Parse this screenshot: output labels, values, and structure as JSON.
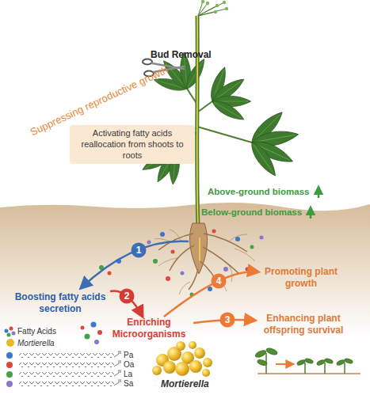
{
  "diagram": {
    "nodes": [
      {
        "text": [
          "Activating fatty acids reallocation from shoots to roots"
        ]
      },
      {
        "text": [
          "1"
        ]
      },
      {
        "text": [
          "Boosting fatty acids secretion"
        ]
      },
      {
        "text": [
          "2"
        ]
      },
      {
        "text": [
          "Enriching Microorganisms"
        ]
      },
      {
        "text": [
          "4"
        ]
      },
      {
        "text": [
          "Promoting plant growth"
        ]
      },
      {
        "text": [
          "3"
        ]
      },
      {
        "text": [
          "Enhancing plant offspring survival"
        ]
      }
    ],
    "edges": [
      {
        "from": 2,
        "to": 4,
        "arrow": "to"
      },
      {
        "from": 4,
        "to": 6,
        "arrow": "to"
      },
      {
        "from": 4,
        "to": 8,
        "arrow": "to"
      }
    ],
    "labels": [
      "Bud Removal",
      "Suppressing reproductive growth",
      "Above-ground biomass",
      "Below-ground biomass",
      "Mortierella"
    ],
    "legend": [
      {
        "text": "Fatty Acids"
      },
      {
        "text": "Mortierella",
        "color": "#e9b82a"
      },
      {
        "text": "Pa",
        "color": "#3a78c9"
      },
      {
        "text": "Oa",
        "color": "#e0473c"
      },
      {
        "text": "La",
        "color": "#41a447"
      },
      {
        "text": "Sa",
        "color": "#8a78c4"
      }
    ]
  }
}
